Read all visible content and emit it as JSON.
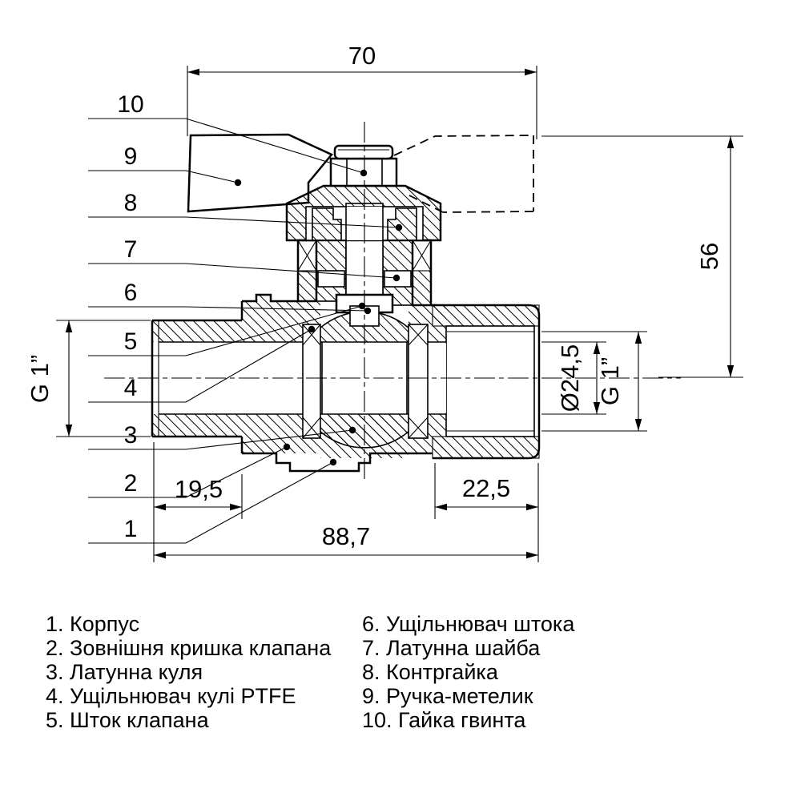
{
  "drawing": {
    "dims": {
      "top_width": "70",
      "right_height": "56",
      "left_thread": "G 1”",
      "bore_diameter": "Ø24,5",
      "right_thread": "G 1”",
      "left_length": "19,5",
      "right_length": "22,5",
      "total_length": "88,7"
    },
    "callouts": [
      "1",
      "2",
      "3",
      "4",
      "5",
      "6",
      "7",
      "8",
      "9",
      "10"
    ]
  },
  "parts": {
    "left": [
      "1. Корпус",
      "2. Зовнішня кришка клапана",
      "3. Латунна куля",
      "4. Ущільнювач кулі PTFE",
      "5. Шток клапана"
    ],
    "right": [
      "6. Ущільнювач штока",
      "7. Латунна шайба",
      "8. Контргайка",
      "9. Ручка-метелик",
      "10. Гайка гвинта"
    ]
  },
  "colors": {
    "line": "#000000",
    "background": "#ffffff"
  }
}
